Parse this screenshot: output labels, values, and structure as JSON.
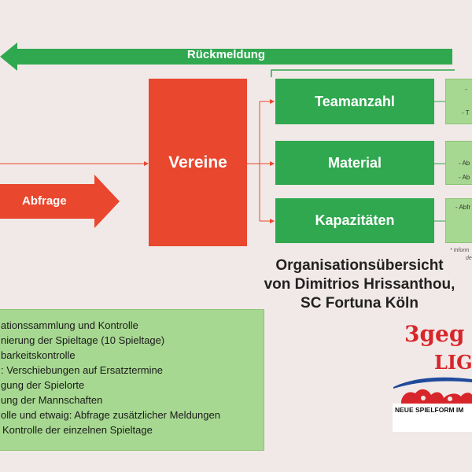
{
  "feedback_label": "Rückmeldung",
  "query_label": "Abfrage",
  "clubs_label": "Vereine",
  "categories": [
    {
      "label": "Teamanzahl",
      "detail_lines": [
        "-",
        "- T"
      ]
    },
    {
      "label": "Material",
      "detail_lines": [
        "- Ab",
        "- Ab"
      ]
    },
    {
      "label": "Kapazitäten",
      "detail_lines": [
        "- Abfr"
      ]
    }
  ],
  "footnote_lines": [
    "* Inform",
    "de"
  ],
  "org_title_lines": [
    "Organisationsübersicht",
    "von Dimitrios Hrissanthou,",
    "SC Fortuna Köln"
  ],
  "tasks": [
    "ationssammlung und Kontrolle",
    "nierung der Spieltage (10 Spieltage)",
    "barkeitskontrolle",
    ": Verschiebungen auf Ersatztermine",
    "gung der Spielorte",
    "ung der Mannschaften",
    "olle und etwaig: Abfrage zusätzlicher Meldungen",
    "Kontrolle der einzelnen Spieltage"
  ],
  "logo": {
    "title": "3geg",
    "subtitle": "LIG",
    "tagline": "NEUE SPIELFORM IM"
  },
  "colors": {
    "background": "#f1e9e7",
    "green": "#2fa84f",
    "light_green": "#a7d891",
    "orange_red": "#e9472e",
    "logo_red": "#d7262b",
    "logo_blue": "#1f4b9c"
  }
}
